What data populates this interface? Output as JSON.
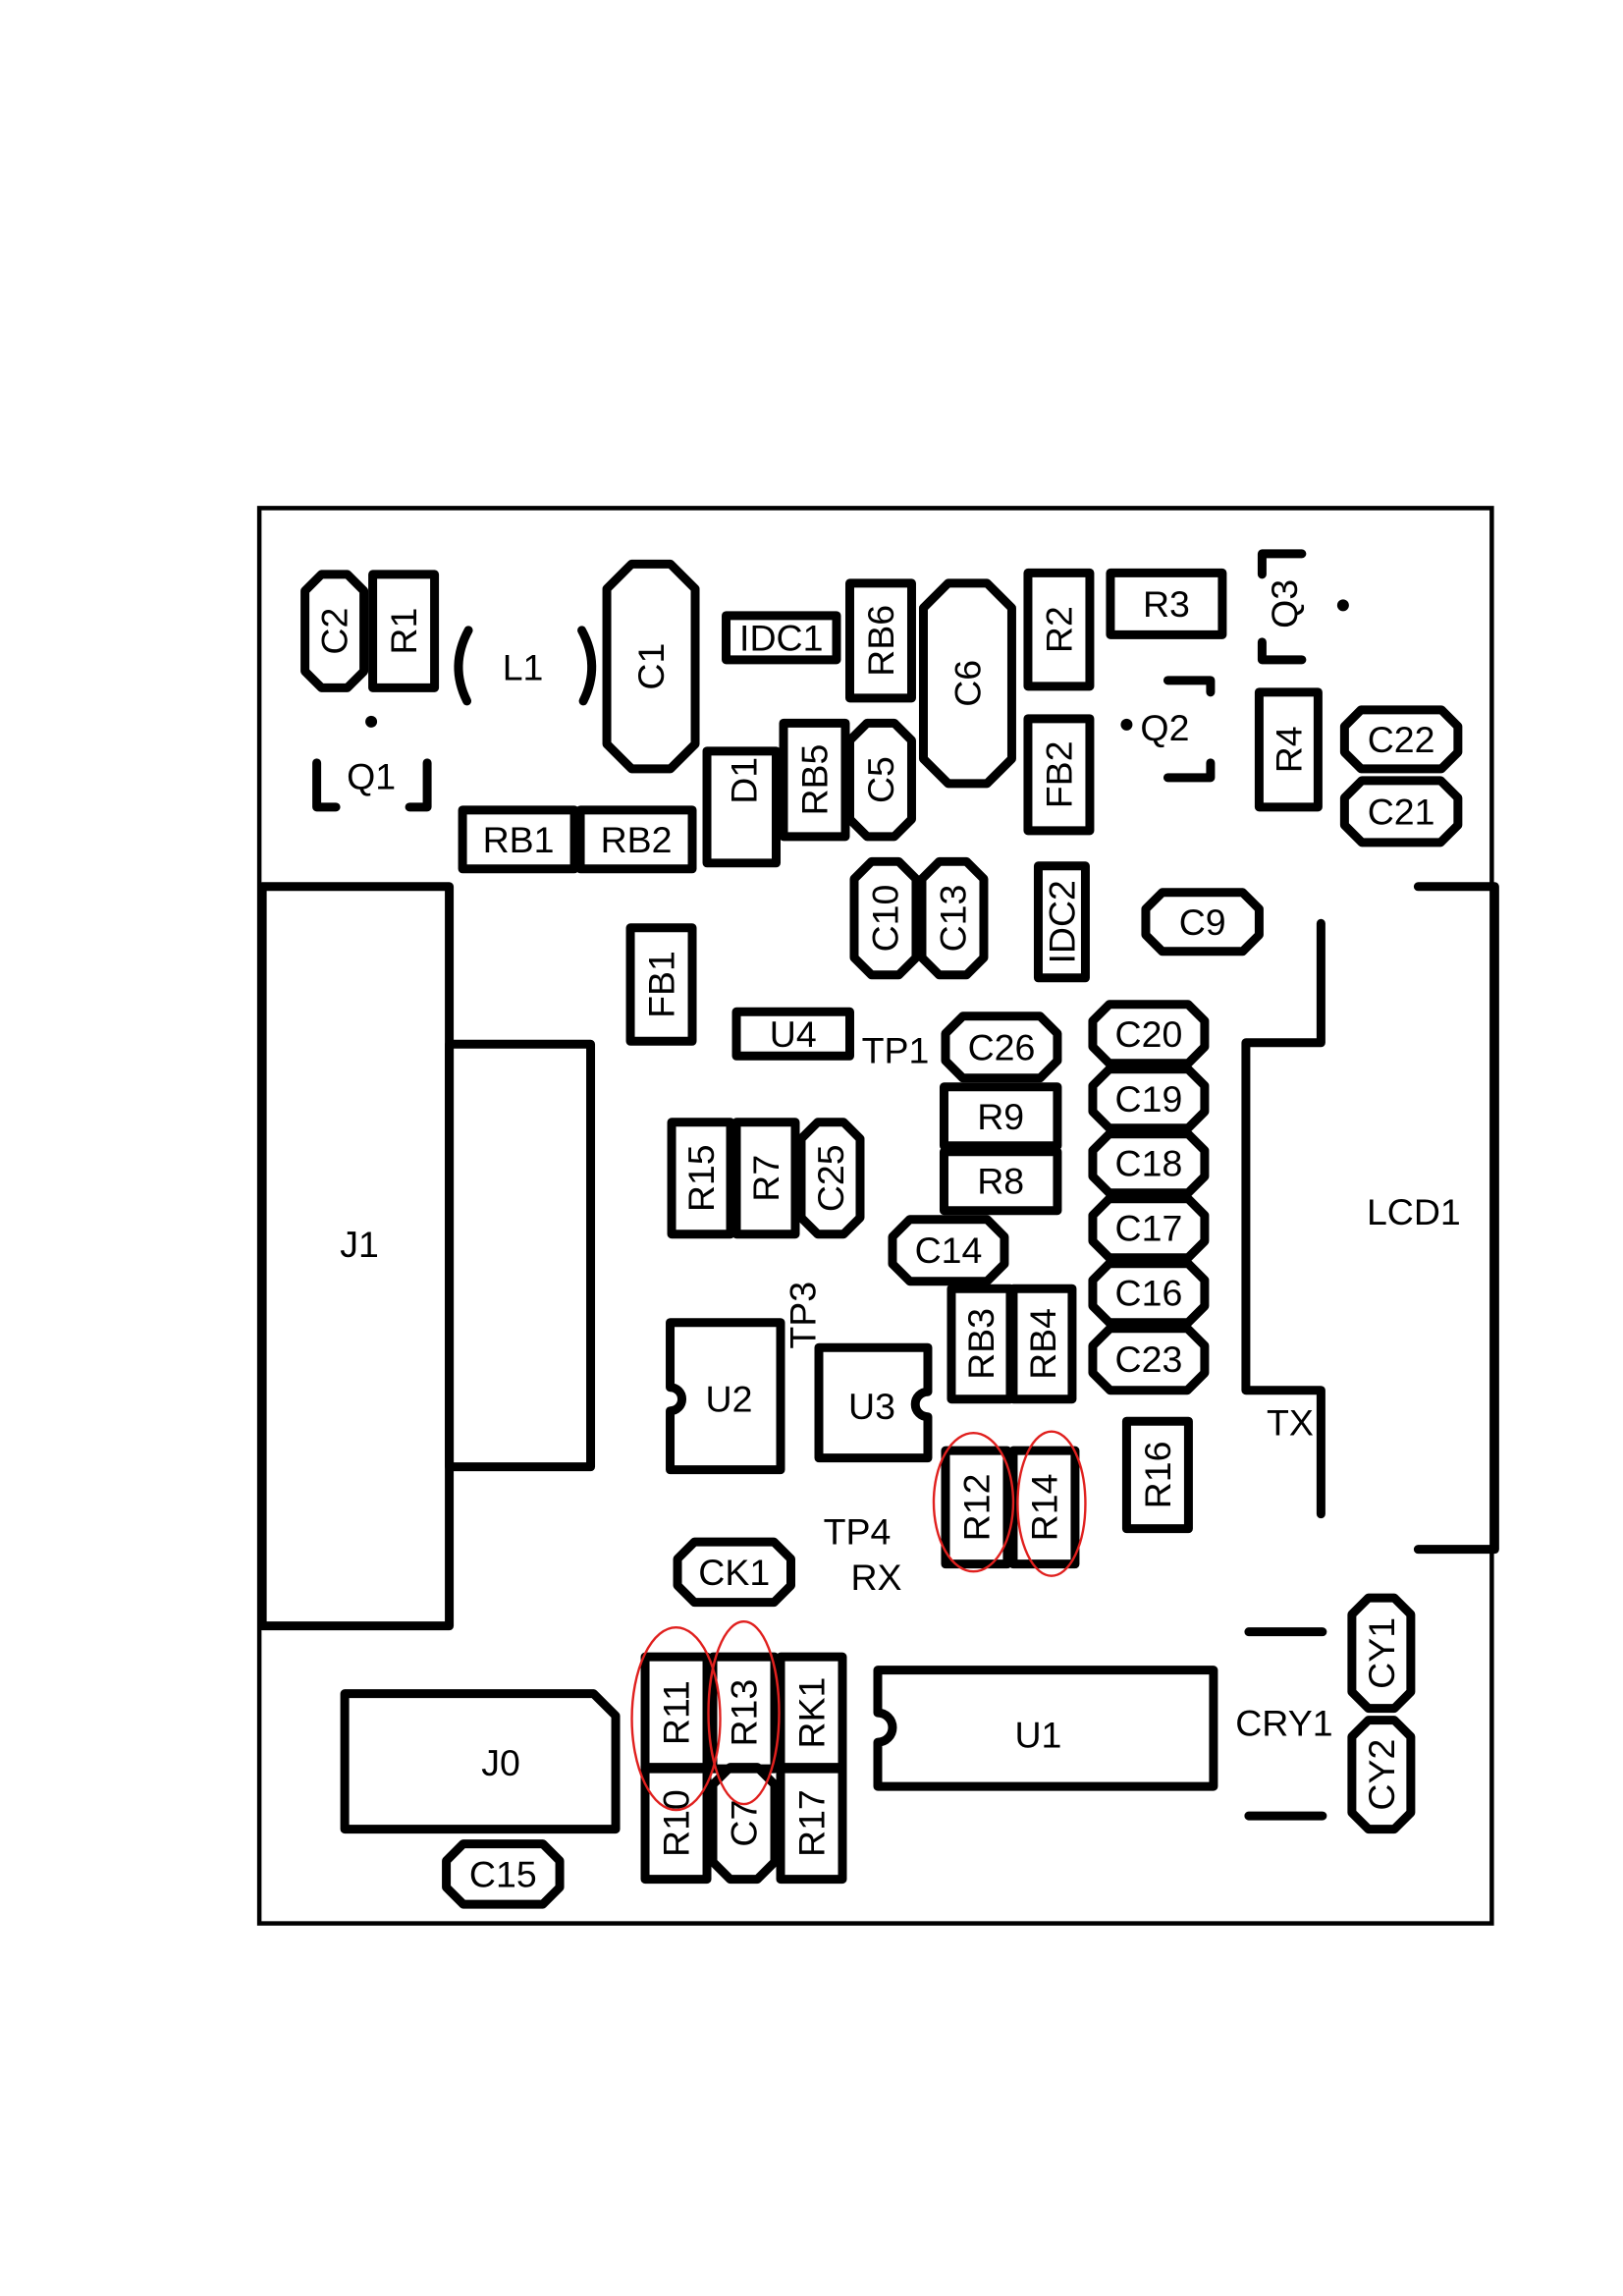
{
  "board": {
    "components": [
      "C2",
      "R1",
      "L1",
      "C1",
      "IDC1",
      "RB6",
      "C6",
      "R2",
      "R3",
      "Q3",
      "Q2",
      "R4",
      "C22",
      "C21",
      "Q1",
      "RB1",
      "RB2",
      "D1",
      "RB5",
      "C5",
      "FB2",
      "C10",
      "C13",
      "IDC2",
      "C9",
      "FB1",
      "U4",
      "TP1",
      "C26",
      "C20",
      "C19",
      "C18",
      "C17",
      "C16",
      "C23",
      "R9",
      "R8",
      "R15",
      "R7",
      "C25",
      "C14",
      "RB3",
      "RB4",
      "TP3",
      "U2",
      "U3",
      "LCD1",
      "TX",
      "R16",
      "R12",
      "R14",
      "TP4",
      "RX",
      "CK1",
      "J1",
      "J0",
      "C15",
      "R11",
      "R13",
      "RK1",
      "R10",
      "C7",
      "R17",
      "U1",
      "CRY1",
      "CY1",
      "CY2"
    ],
    "highlighted": [
      "R11",
      "R13",
      "R12",
      "R14"
    ],
    "highlight_color": "#e0201e"
  }
}
